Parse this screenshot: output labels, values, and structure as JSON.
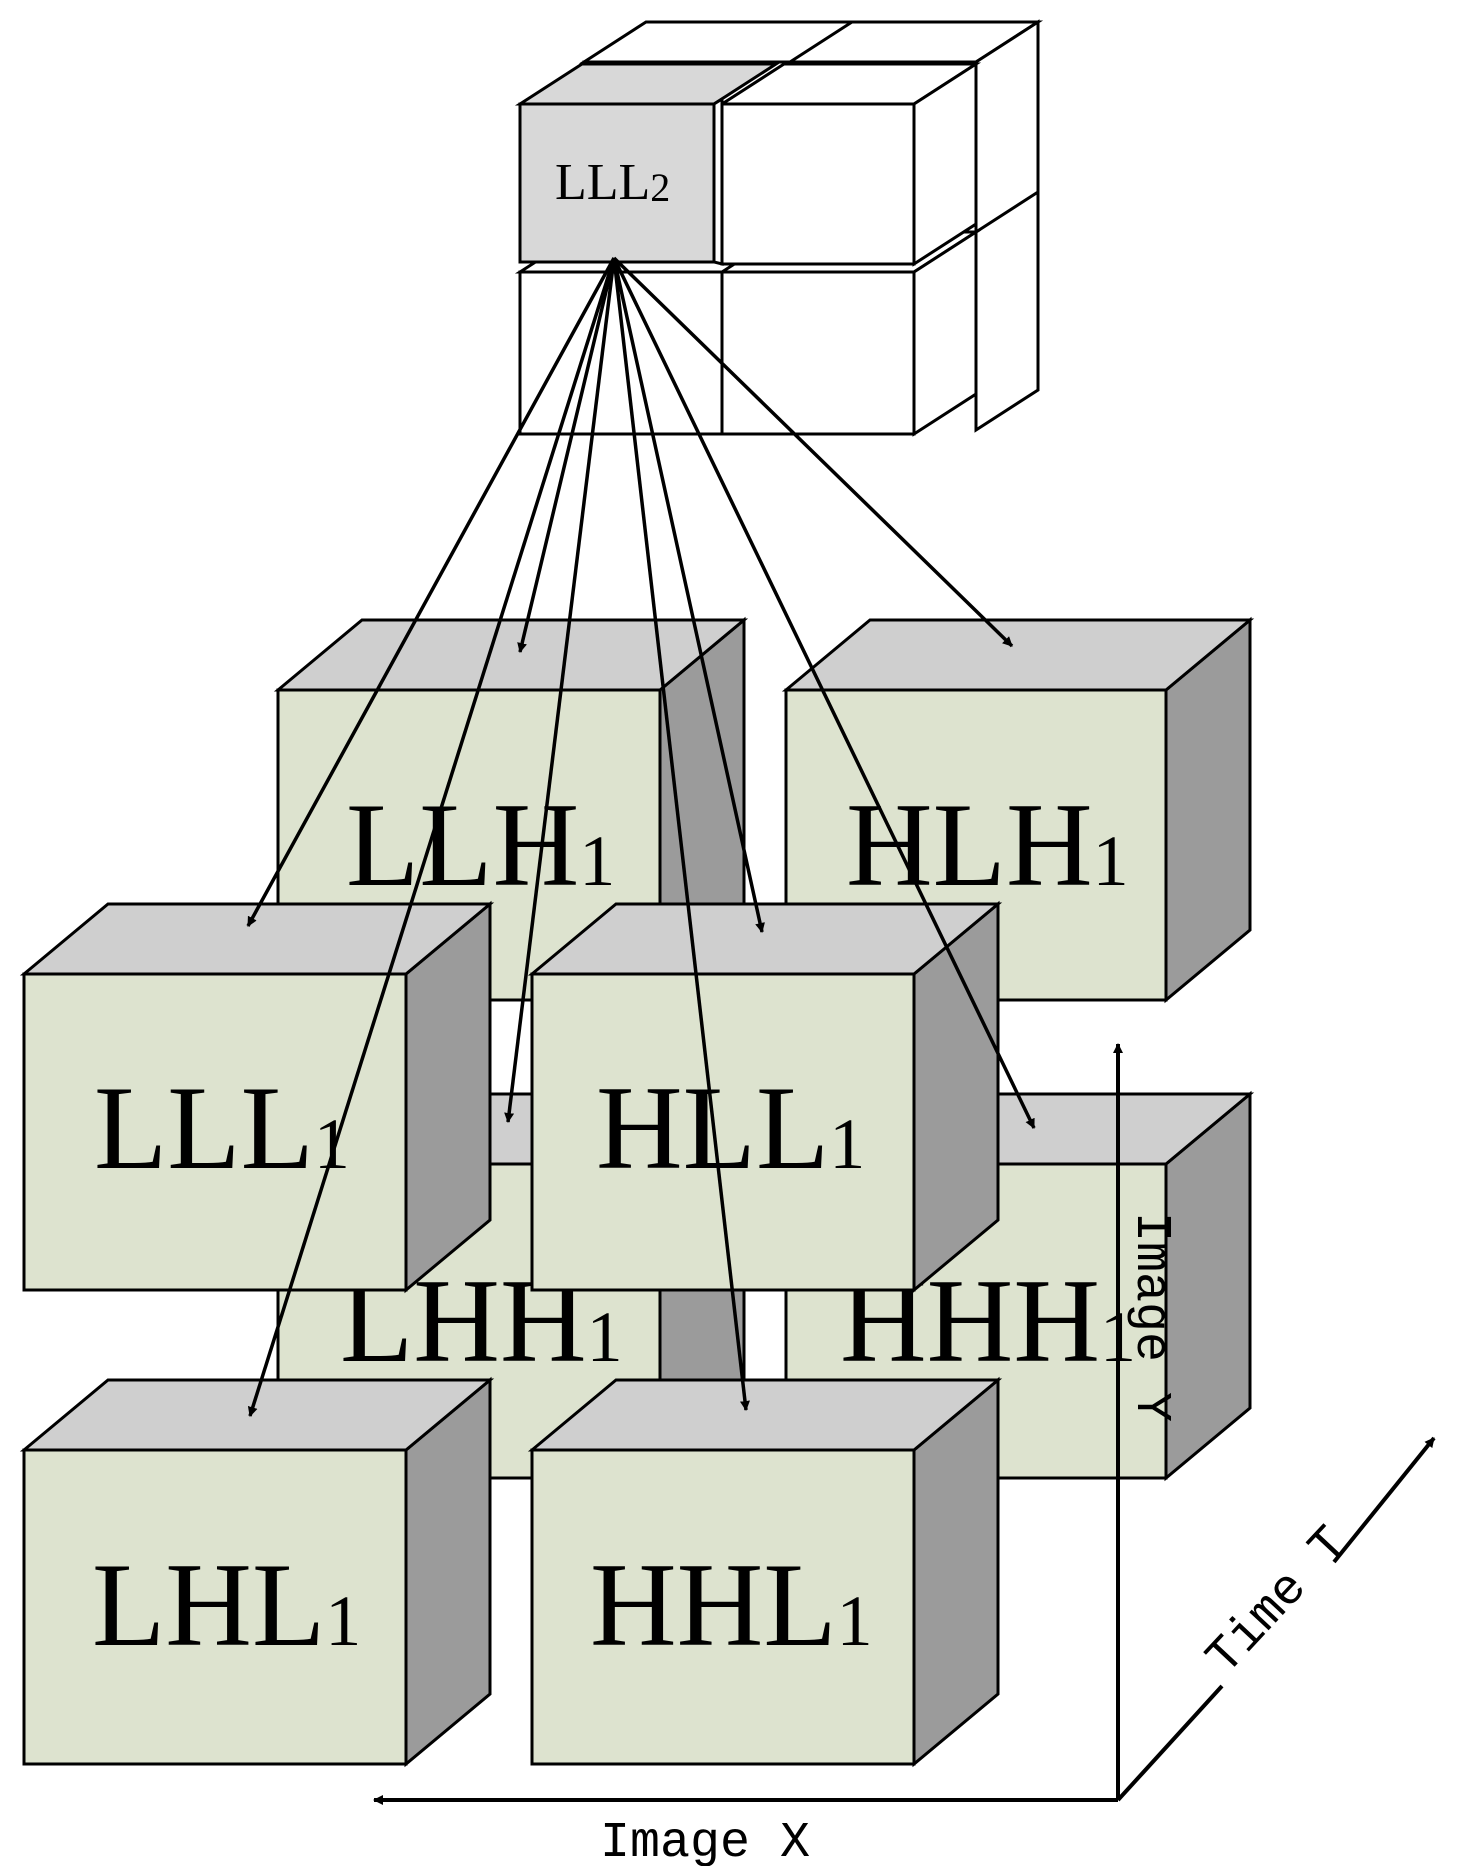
{
  "colors": {
    "front_face": "#dde3cf",
    "top_face": "#cfcfcf",
    "side_face": "#9b9b9b",
    "small_highlight": "#d8d8d8",
    "small_plain": "#ffffff",
    "stroke": "#000000"
  },
  "top_block": {
    "highlight": {
      "main": "LLL",
      "sub": "2"
    }
  },
  "subbands": [
    {
      "id": "llh1",
      "main": "LLH",
      "sub": "1"
    },
    {
      "id": "hlh1",
      "main": "HLH",
      "sub": "1"
    },
    {
      "id": "lhh1",
      "main": "LHH",
      "sub": "1"
    },
    {
      "id": "hhh1",
      "main": "HHH",
      "sub": "1"
    },
    {
      "id": "lll1",
      "main": "LLL",
      "sub": "1"
    },
    {
      "id": "hll1",
      "main": "HLL",
      "sub": "1"
    },
    {
      "id": "lhl1",
      "main": "LHL",
      "sub": "1"
    },
    {
      "id": "hhl1",
      "main": "HHL",
      "sub": "1"
    }
  ],
  "axes": {
    "x_label": "Image X",
    "y_label": "Image Y",
    "t_label": "Time T"
  }
}
